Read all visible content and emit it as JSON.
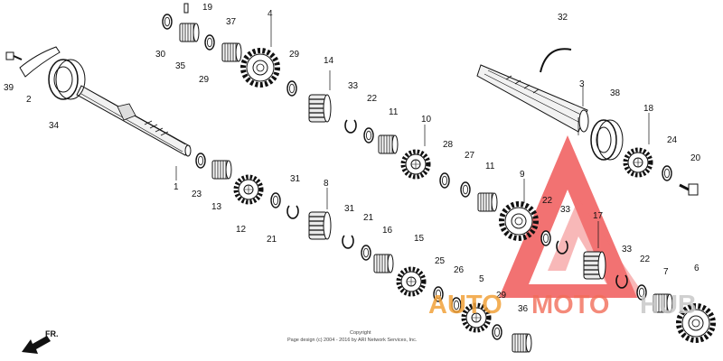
{
  "diagram": {
    "part_numbers": [
      "1",
      "2",
      "3",
      "4",
      "5",
      "6",
      "7",
      "8",
      "9",
      "10",
      "11",
      "11",
      "12",
      "13",
      "14",
      "15",
      "16",
      "17",
      "18",
      "19",
      "20",
      "21",
      "21",
      "21",
      "22",
      "22",
      "22",
      "23",
      "24",
      "25",
      "26",
      "27",
      "28",
      "29",
      "29",
      "29",
      "30",
      "31",
      "31",
      "32",
      "33",
      "33",
      "33",
      "34",
      "35",
      "36",
      "37",
      "38",
      "39"
    ],
    "direction_label": "FR.",
    "copyright_line1": "Copyright",
    "copyright_line2": "Page design (c) 2004 - 2016 by ARI Network Services, Inc.",
    "watermark": {
      "part1": "AUTO",
      "part2": "MOTO",
      "part3": "HUB",
      "color_orange": "#f2a23a",
      "color_red": "#f26d5a",
      "color_gray": "#c8c8c8"
    }
  }
}
